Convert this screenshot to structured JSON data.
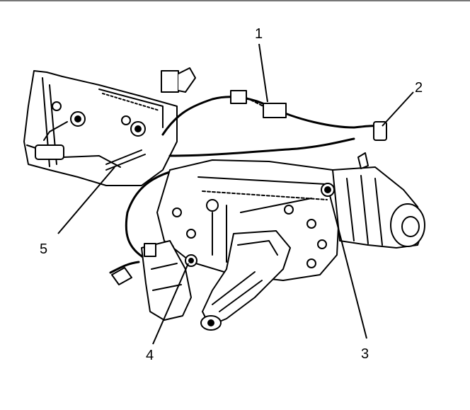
{
  "diagram": {
    "callouts": [
      {
        "id": "1",
        "label": "1"
      },
      {
        "id": "2",
        "label": "2"
      },
      {
        "id": "3",
        "label": "3"
      },
      {
        "id": "4",
        "label": "4"
      },
      {
        "id": "5",
        "label": "5"
      }
    ]
  },
  "colors": {
    "line": "#000000",
    "background": "#ffffff",
    "rule": "#777777"
  }
}
